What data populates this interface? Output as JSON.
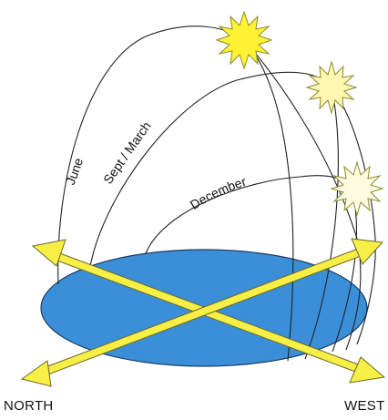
{
  "paths": {
    "june_label": "June",
    "sept_march_label": "Sept / March",
    "december_label": "December"
  },
  "directions": {
    "north_label": "NORTH",
    "west_label": "WEST"
  },
  "colors": {
    "ground": "#3a8fd8",
    "ground_stroke": "#1d3e66",
    "arrow": "#f7ef45",
    "arrow_stroke": "#6b6a2a",
    "sun_high": "#fff233",
    "sun_mid": "#fff7b2",
    "sun_low": "#fffbe0",
    "sun_stroke": "#8b8b2e",
    "path_stroke": "#222222"
  }
}
